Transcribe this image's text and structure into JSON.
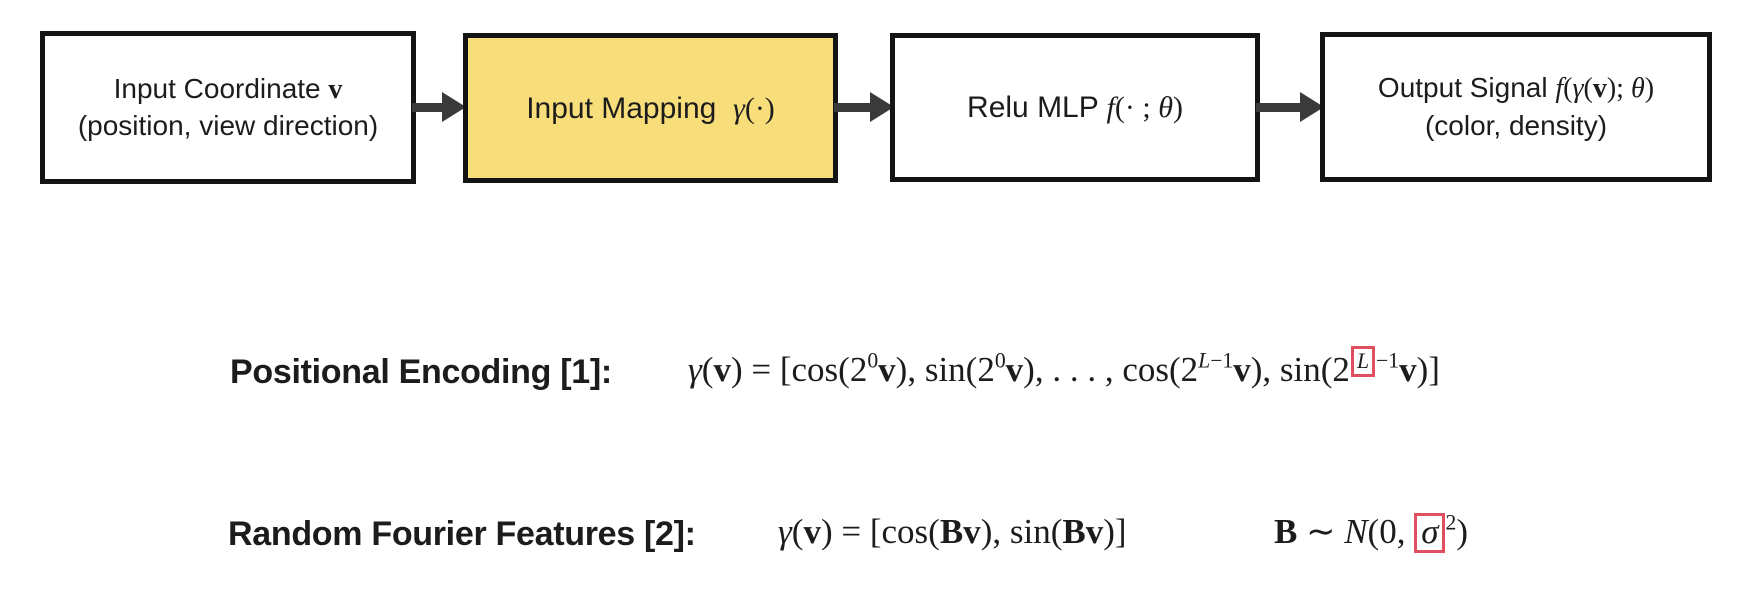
{
  "colors": {
    "accent_yellow": "#f8de7a",
    "highlight_red": "#e05060",
    "box_border": "#141414",
    "arrow": "#3a3a3a"
  },
  "diagram": {
    "boxes": [
      {
        "name": "input-coordinate",
        "fill": "#ffffff",
        "lines": [
          [
            {
              "text": "Input Coordinate ",
              "style": "t"
            },
            {
              "text": "v",
              "style": "bf"
            }
          ],
          [
            {
              "text": "(position, view direction)",
              "style": "t"
            }
          ]
        ]
      },
      {
        "name": "input-mapping",
        "fill": "#f8de7a",
        "lines": [
          [
            {
              "text": "Input Mapping  ",
              "style": "t"
            },
            {
              "text": "γ",
              "style": "it"
            },
            {
              "text": "(·)",
              "style": "rm"
            }
          ]
        ]
      },
      {
        "name": "relu-mlp",
        "fill": "#ffffff",
        "lines": [
          [
            {
              "text": "Relu MLP ",
              "style": "t"
            },
            {
              "text": "f",
              "style": "it"
            },
            {
              "text": "(· ; ",
              "style": "rm"
            },
            {
              "text": "θ",
              "style": "it"
            },
            {
              "text": ")",
              "style": "rm"
            }
          ]
        ]
      },
      {
        "name": "output-signal",
        "fill": "#ffffff",
        "lines": [
          [
            {
              "text": "Output Signal ",
              "style": "t"
            },
            {
              "text": "f",
              "style": "it"
            },
            {
              "text": "(",
              "style": "rm"
            },
            {
              "text": "γ",
              "style": "it"
            },
            {
              "text": "(",
              "style": "rm"
            },
            {
              "text": "v",
              "style": "bf"
            },
            {
              "text": "); ",
              "style": "rm"
            },
            {
              "text": "θ",
              "style": "it"
            },
            {
              "text": ")",
              "style": "rm"
            }
          ],
          [
            {
              "text": "(color, density)",
              "style": "t"
            }
          ]
        ]
      }
    ]
  },
  "equations": [
    {
      "label": "Positional Encoding [1]:",
      "formula": [
        {
          "text": "γ",
          "style": "it"
        },
        {
          "text": "(",
          "style": "rm"
        },
        {
          "text": "v",
          "style": "bf"
        },
        {
          "text": ") = [cos(2",
          "style": "rm"
        },
        {
          "text": "0",
          "style": "sup"
        },
        {
          "text": "v",
          "style": "bf"
        },
        {
          "text": "), sin(2",
          "style": "rm"
        },
        {
          "text": "0",
          "style": "sup"
        },
        {
          "text": "v",
          "style": "bf"
        },
        {
          "text": "), . . . , cos(2",
          "style": "rm"
        },
        {
          "text": "L",
          "style": "supit"
        },
        {
          "text": "−1",
          "style": "sup"
        },
        {
          "text": "v",
          "style": "bf"
        },
        {
          "text": "), sin(2",
          "style": "rm"
        },
        {
          "text": "L",
          "style": "supboxit"
        },
        {
          "text": "−1",
          "style": "sup"
        },
        {
          "text": "v",
          "style": "bf"
        },
        {
          "text": ")]",
          "style": "rm"
        }
      ]
    },
    {
      "label": "Random Fourier Features [2]:",
      "formula": [
        {
          "text": "γ",
          "style": "it"
        },
        {
          "text": "(",
          "style": "rm"
        },
        {
          "text": "v",
          "style": "bf"
        },
        {
          "text": ") = [cos(",
          "style": "rm"
        },
        {
          "text": "Bv",
          "style": "bf"
        },
        {
          "text": "), sin(",
          "style": "rm"
        },
        {
          "text": "Bv",
          "style": "bf"
        },
        {
          "text": ")]",
          "style": "rm"
        }
      ],
      "distribution": [
        {
          "text": "B",
          "style": "bf"
        },
        {
          "text": " ∼ ",
          "style": "rm"
        },
        {
          "text": "N",
          "style": "it"
        },
        {
          "text": "(0, ",
          "style": "rm"
        },
        {
          "text": "σ",
          "style": "boxit"
        },
        {
          "text": "2",
          "style": "sup"
        },
        {
          "text": ")",
          "style": "rm"
        }
      ]
    }
  ]
}
